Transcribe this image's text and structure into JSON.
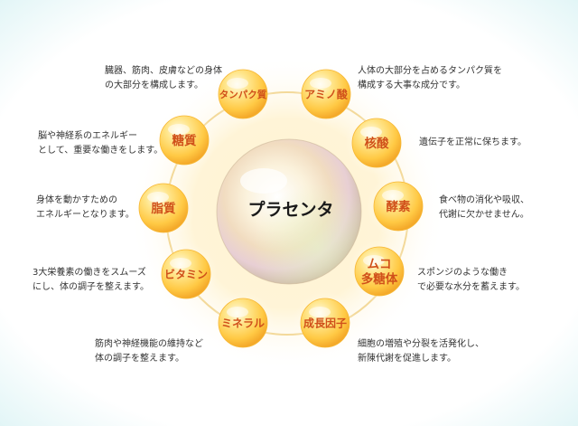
{
  "center": {
    "label": "プラセンタ"
  },
  "nodes": [
    {
      "key": "tanpaku",
      "label_lines": [
        "タンパク質"
      ],
      "desc_lines": [
        "臓器、筋肉、皮膚などの身体",
        "の大部分を構成します。"
      ]
    },
    {
      "key": "amino",
      "label_lines": [
        "アミノ酸"
      ],
      "desc_lines": [
        "人体の大部分を占めるタンパク質を",
        "構成する大事な成分です。"
      ]
    },
    {
      "key": "kakusan",
      "label_lines": [
        "核酸"
      ],
      "desc_lines": [
        "遺伝子を正常に保ちます。"
      ]
    },
    {
      "key": "koso",
      "label_lines": [
        "酵素"
      ],
      "desc_lines": [
        "食べ物の消化や吸収、",
        "代謝に欠かせません。"
      ]
    },
    {
      "key": "muco",
      "label_lines": [
        "ムコ",
        "多糖体"
      ],
      "desc_lines": [
        "スポンジのような働き",
        "で必要な水分を蓄えます。"
      ]
    },
    {
      "key": "seicho",
      "label_lines": [
        "成長因子"
      ],
      "desc_lines": [
        "細胞の増殖や分裂を活発化し、",
        "新陳代謝を促進します。"
      ]
    },
    {
      "key": "mineral",
      "label_lines": [
        "ミネラル"
      ],
      "desc_lines": [
        "筋肉や神経機能の維持など",
        "体の調子を整えます。"
      ]
    },
    {
      "key": "vitamin",
      "label_lines": [
        "ビタミン"
      ],
      "desc_lines": [
        "3大栄養素の働きをスムーズ",
        "にし、体の調子を整えます。"
      ]
    },
    {
      "key": "shishitsu",
      "label_lines": [
        "脂質"
      ],
      "desc_lines": [
        "身体を動かすための",
        "エネルギーとなります。"
      ]
    },
    {
      "key": "toshitsu",
      "label_lines": [
        "糖質"
      ],
      "desc_lines": [
        "脳や神経系のエネルギー",
        "として、重要な働きをします。"
      ]
    }
  ],
  "colors": {
    "ring": "#f3d99a",
    "node_fill": "#ffd56a",
    "node_edge": "#f7b733",
    "node_text": "#d0501a",
    "desc_text": "#333333",
    "frame_edge": "#b9e6ea"
  }
}
